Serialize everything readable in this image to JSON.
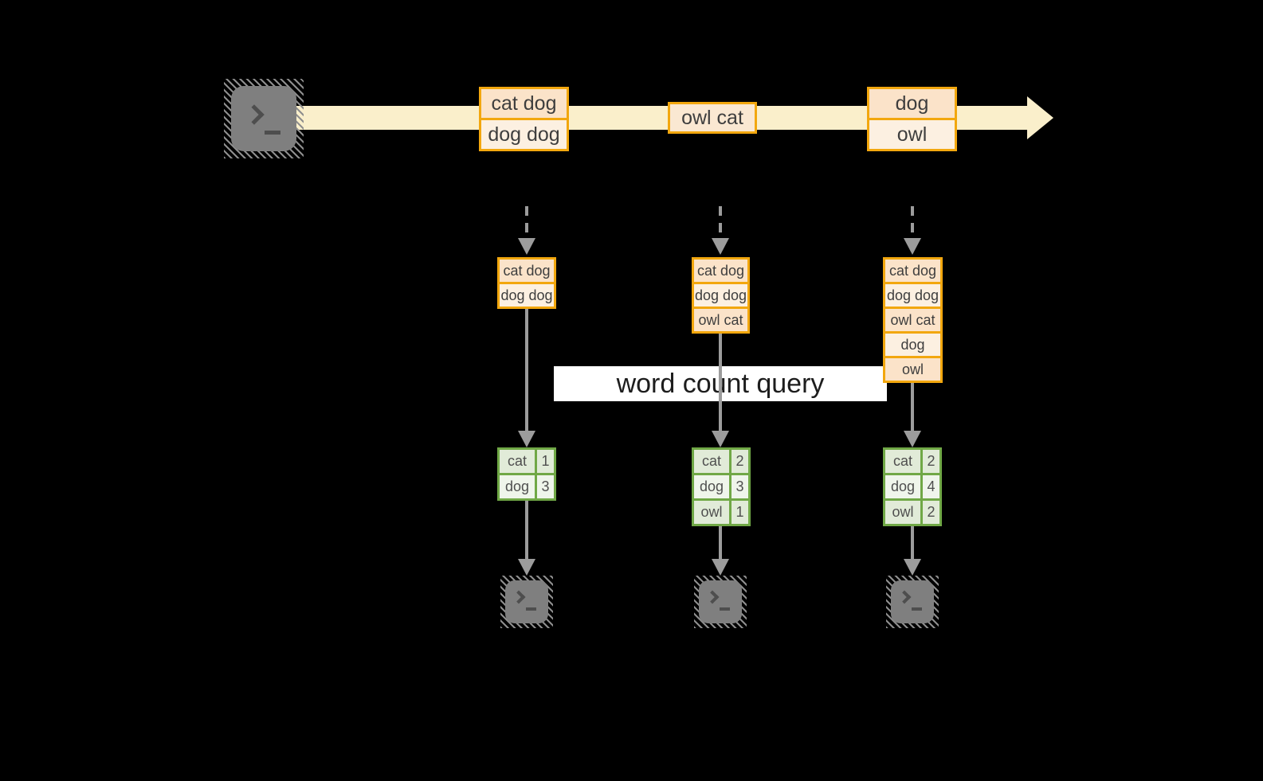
{
  "title": "word count query",
  "colors": {
    "gold": "#F2A70E",
    "peach": "#FBE3C9",
    "cream": "#FCF0E1",
    "cream_mid": "#FAE8D2",
    "band": "#FAEFCB",
    "green": "#70A846",
    "green_cell": "#E1EBD8",
    "green_cell_light": "#EFF5EB",
    "gray_arrow": "#9C9C9C",
    "terminal_gray": "#7F7F7F",
    "query_bg": "#FFFFFF",
    "ink": "#3E3E3E"
  },
  "stream": {
    "source_icon": "terminal-icon",
    "batches": [
      {
        "rows": [
          "cat dog",
          "dog dog"
        ]
      },
      {
        "rows": [
          "owl cat"
        ]
      },
      {
        "rows": [
          "dog",
          "owl"
        ]
      }
    ]
  },
  "states": [
    {
      "rows": [
        "cat dog",
        "dog dog"
      ]
    },
    {
      "rows": [
        "cat dog",
        "dog dog",
        "owl cat"
      ]
    },
    {
      "rows": [
        "cat dog",
        "dog dog",
        "owl cat",
        "dog",
        "owl"
      ]
    }
  ],
  "results": [
    {
      "rows": [
        [
          "cat",
          1
        ],
        [
          "dog",
          3
        ]
      ]
    },
    {
      "rows": [
        [
          "cat",
          2
        ],
        [
          "dog",
          3
        ],
        [
          "owl",
          1
        ]
      ]
    },
    {
      "rows": [
        [
          "cat",
          2
        ],
        [
          "dog",
          4
        ],
        [
          "owl",
          2
        ]
      ]
    }
  ],
  "sink_icons": [
    "terminal-icon",
    "terminal-icon",
    "terminal-icon"
  ]
}
